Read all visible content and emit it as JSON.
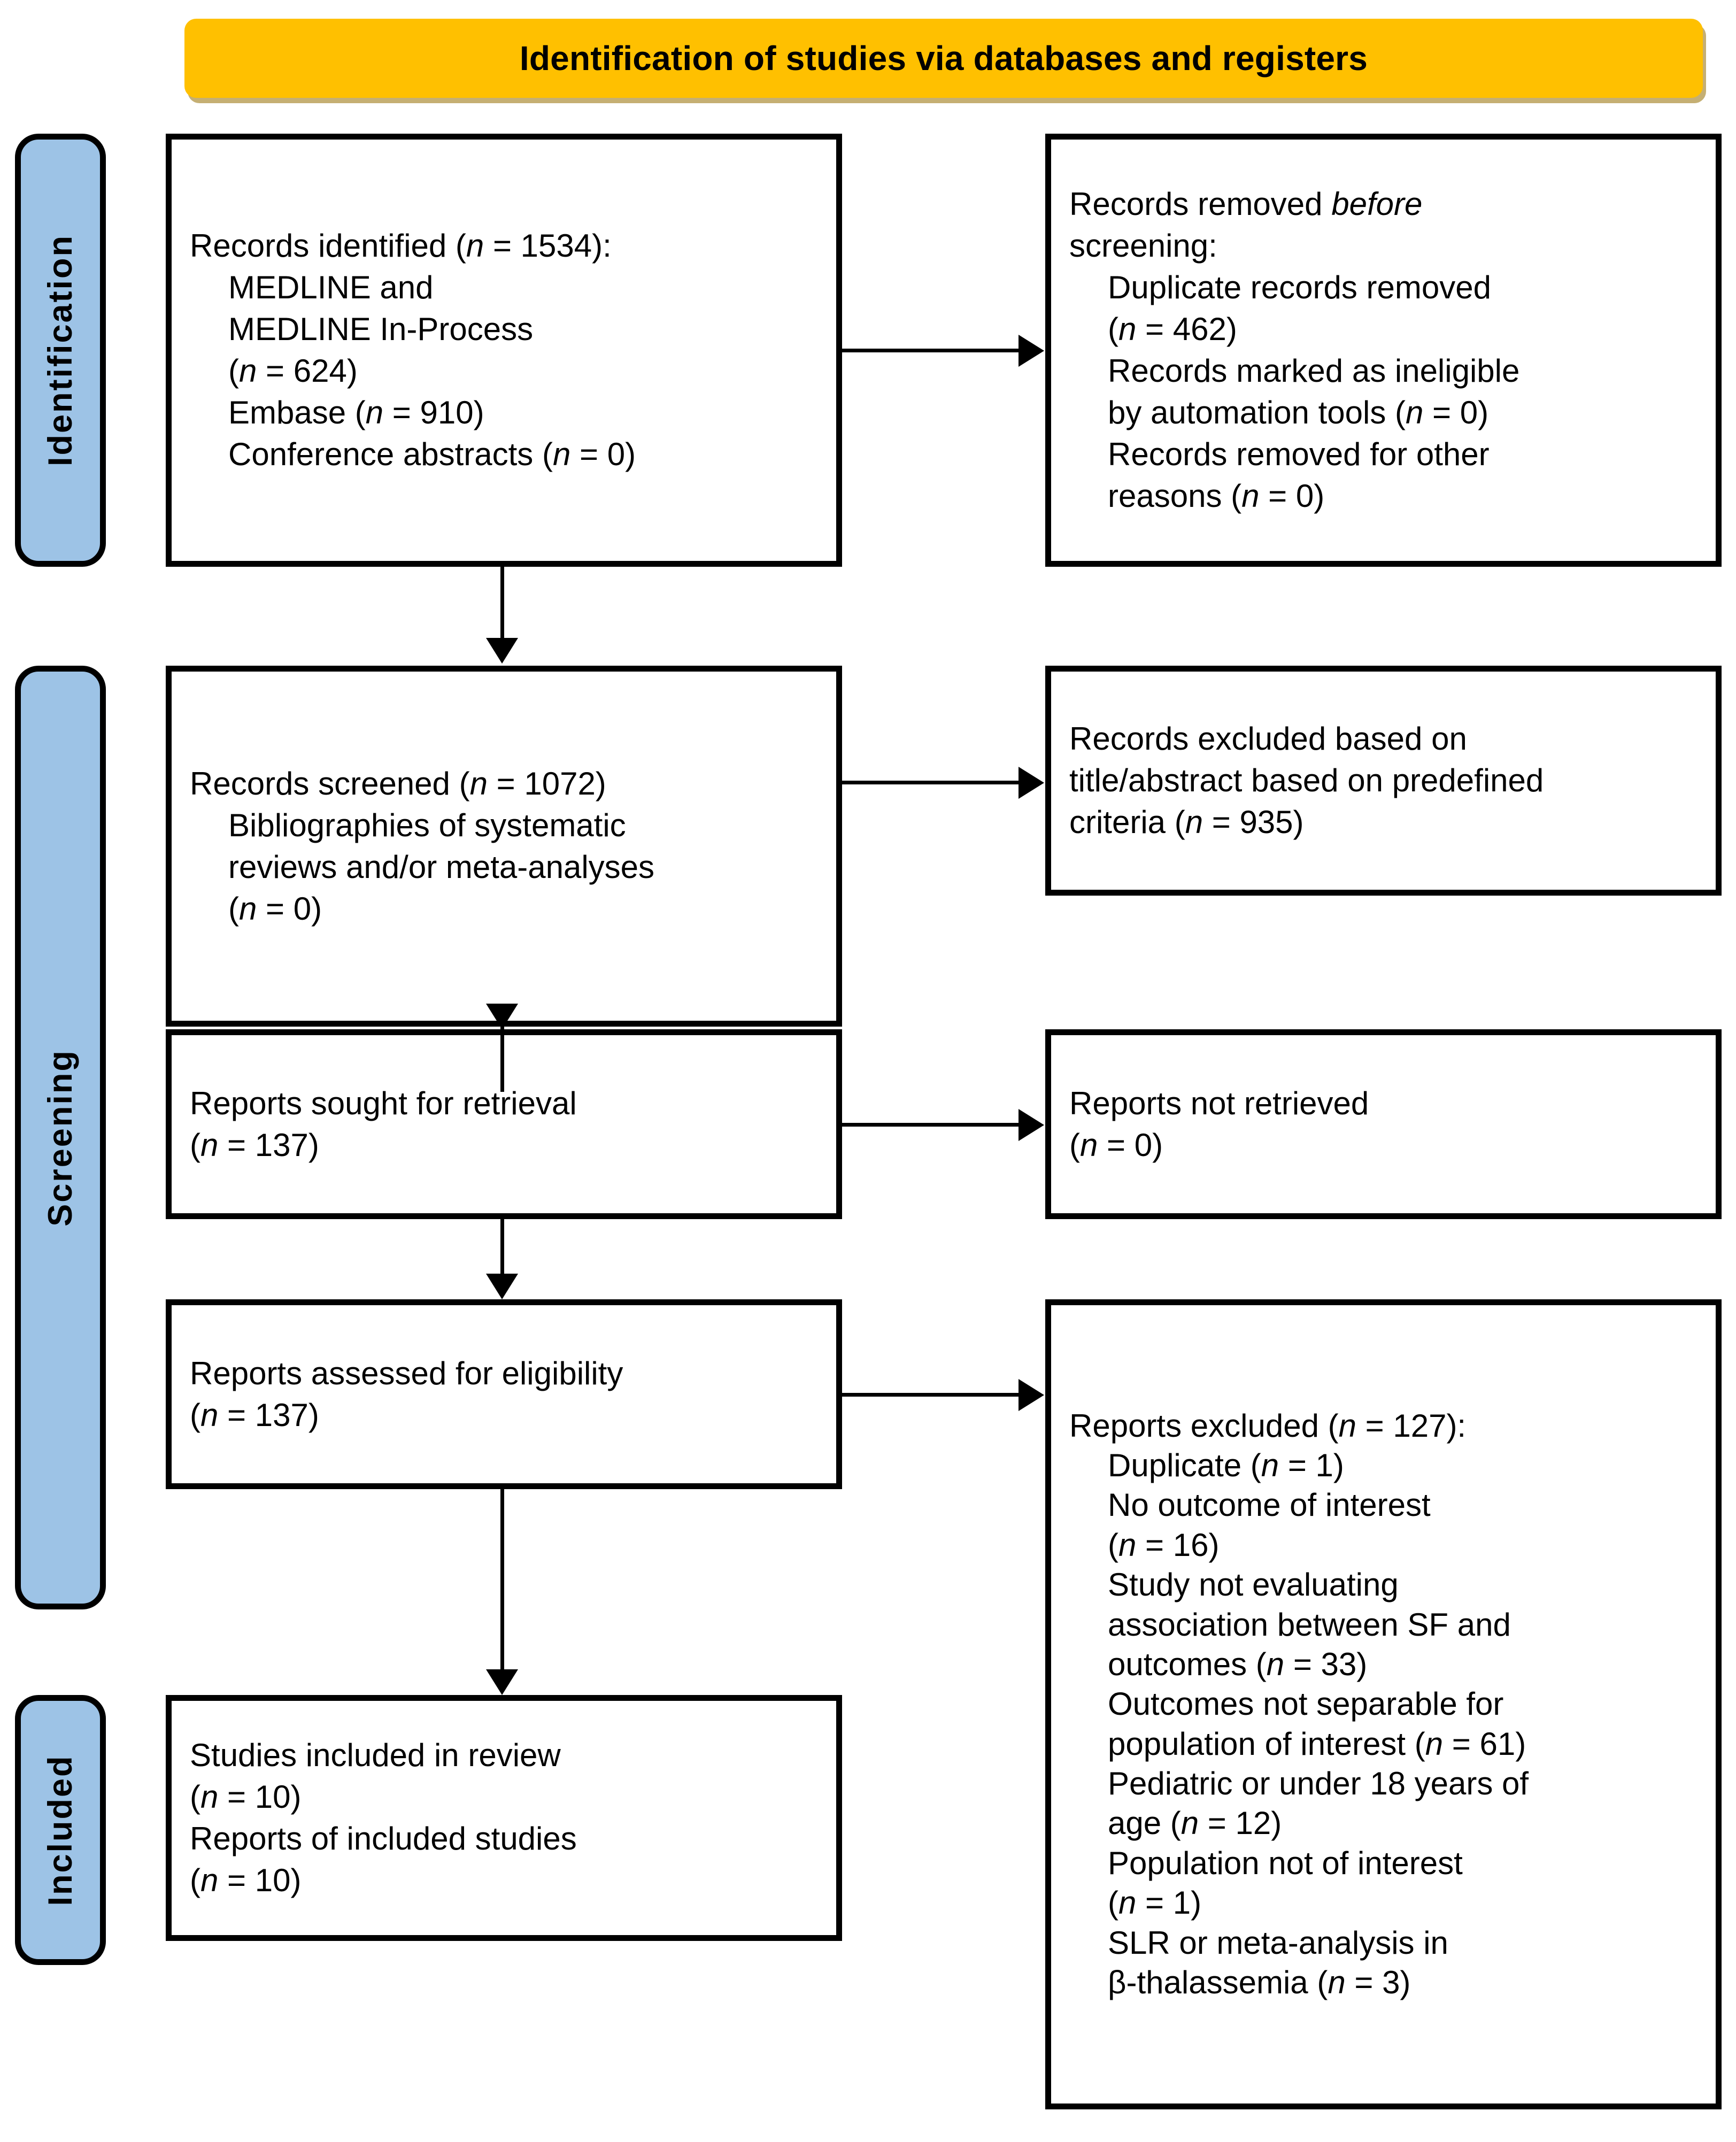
{
  "header": {
    "title": "Identification of studies via databases and registers"
  },
  "colors": {
    "banner": "#FFC000",
    "stage_band": "#9DC3E6",
    "box_border": "#000000",
    "text": "#000000"
  },
  "stages": [
    {
      "id": "identification",
      "label": "Identification"
    },
    {
      "id": "screening",
      "label": "Screening"
    },
    {
      "id": "included",
      "label": "Included"
    }
  ],
  "boxes": {
    "records_identified": {
      "lines": [
        "Records identified (n = 1534):",
        "MEDLINE and",
        "MEDLINE In-Process",
        "(n = 624)",
        "Embase (n = 910)",
        "Conference abstracts (n = 0)"
      ]
    },
    "records_removed": {
      "lines": [
        "Records removed before",
        "screening:",
        "Duplicate records removed",
        "(n = 462)",
        "Records marked as ineligible",
        "by automation tools (n = 0)",
        "Records removed for other",
        "reasons (n = 0)"
      ]
    },
    "records_screened": {
      "lines": [
        "Records screened (n = 1072)",
        "Bibliographies of systematic",
        "reviews and/or meta-analyses",
        "(n = 0)"
      ]
    },
    "records_excluded": {
      "lines": [
        "Records excluded based on",
        "title/abstract based on predefined",
        "criteria (n = 935)"
      ]
    },
    "reports_sought": {
      "lines": [
        "Reports sought for retrieval",
        "(n = 137)"
      ]
    },
    "reports_not_retrieved": {
      "lines": [
        "Reports not retrieved",
        "(n = 0)"
      ]
    },
    "reports_assessed": {
      "lines": [
        "Reports assessed for eligibility",
        "(n = 137)"
      ]
    },
    "reports_excluded": {
      "lines": [
        "Reports excluded (n = 127):",
        "Duplicate (n = 1)",
        "No outcome of interest",
        "(n = 16)",
        "Study not evaluating",
        "association between SF and",
        "outcomes (n = 33)",
        "Outcomes not separable for",
        "population of interest (n = 61)",
        "Pediatric or under 18 years of",
        "age (n = 12)",
        "Population not of interest",
        "(n = 1)",
        "SLR or meta-analysis in",
        "β-thalassemia (n = 3)"
      ]
    },
    "studies_included": {
      "lines": [
        "Studies included in review",
        "(n = 10)",
        "Reports of included studies",
        "(n = 10)"
      ]
    }
  },
  "counts": {
    "identified_total": 1534,
    "medline_inprocess": 624,
    "embase": 910,
    "conference_abstracts": 0,
    "duplicates_removed": 462,
    "ineligible_automation": 0,
    "removed_other": 0,
    "screened": 1072,
    "bibliographies": 0,
    "excluded_title_abstract": 935,
    "sought_for_retrieval": 137,
    "not_retrieved": 0,
    "assessed_for_eligibility": 137,
    "reports_excluded_total": 127,
    "excl_duplicate": 1,
    "excl_no_outcome": 16,
    "excl_no_association_sf": 33,
    "excl_outcomes_not_separable": 61,
    "excl_pediatric": 12,
    "excl_population": 1,
    "excl_slr_meta": 3,
    "studies_included": 10,
    "reports_included": 10
  }
}
